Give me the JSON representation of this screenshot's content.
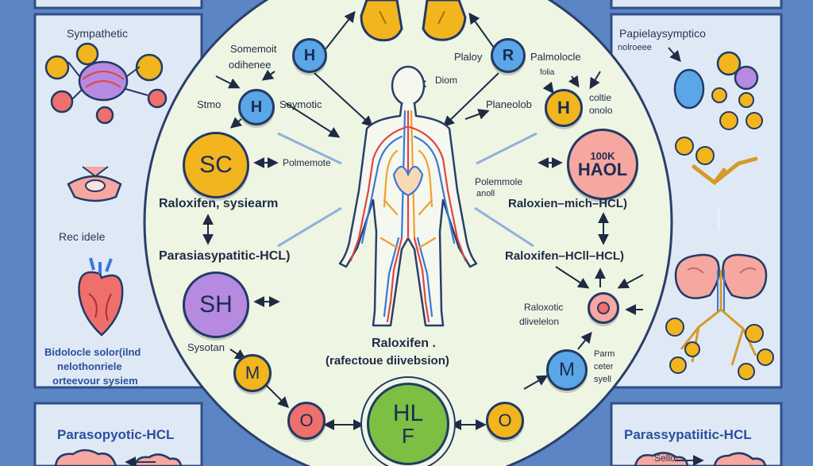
{
  "colors": {
    "background": "#5b85c4",
    "circle_fill": "#eef5e3",
    "panel_fill": "#dfe9f5",
    "outline": "#223a66",
    "arrow": "#1f2b45",
    "yellow_node": "#f2b51e",
    "blue_node": "#5aa6e6",
    "purple_node": "#b58ae0",
    "red_node": "#ef6f6c",
    "green_node": "#7bc043",
    "pink_node": "#f5a7a0",
    "nerve_red": "#e04545",
    "nerve_blue": "#3a78d8",
    "nerve_orange": "#f0a030"
  },
  "left_panel": {
    "title": "Sympathetic",
    "organ_label": "Rec idele",
    "heart_caption_1": "Bidolocle solor(ilnd",
    "heart_caption_2": "nelothonriele",
    "heart_caption_3": "orteevour sysiem",
    "bottom_title": "Parasopyotic-HCL"
  },
  "right_panel": {
    "title": "Papielaysymptico",
    "subtitle": "nolroeee",
    "bottom_title": "Parassypatiitic-HCL",
    "bottom_note": "Sello"
  },
  "center": {
    "body_label": "Diom",
    "caption_title": "Raloxifen .",
    "caption_sub": "(rafectoue diivebsion)"
  },
  "left_labels": {
    "top_note_1": "Somemoit",
    "top_note_2": "odihenee",
    "side_note": "Stmo",
    "sympathetic": "Seymotic",
    "feature": "Polmemote",
    "main_1": "Raloxifen, sysiearm",
    "main_2": "Parasiasypatitic-HCL)",
    "system": "Sysotan"
  },
  "right_labels": {
    "top_note_1": "Plaloy",
    "top_note_2": "Palmolocle",
    "top_note_3": "folia",
    "right_note_1": "coltie",
    "right_note_2": "onolo",
    "planode": "Planeolob",
    "feature_1": "Polemmole",
    "feature_2": "anoll",
    "main_1": "Raloxien–mich–HCL)",
    "main_2": "Raloxifen–HCll–HCL)",
    "division_1": "Raloxotic",
    "division_2": "dlivelelon",
    "param_1": "Parm",
    "param_2": "ceter",
    "param_3": "syell"
  },
  "nodes": {
    "h_top": "H",
    "h_mid": "H",
    "r_top": "R",
    "h_right": "H",
    "sc": "SC",
    "haol_1": "100K",
    "haol_2": "HAOL",
    "sh": "SH",
    "m_left": "M",
    "m_right": "M",
    "o_left": "O",
    "o_right": "O",
    "hlf_1": "HL",
    "hlf_2": "F"
  },
  "icons": [
    "lungs-icon",
    "neuron-icon",
    "heart-icon",
    "kidney-icon",
    "brain-icon",
    "adrenal-gland-icon",
    "cell-cluster-icon",
    "human-body-icon",
    "nerve-branch-icon"
  ]
}
